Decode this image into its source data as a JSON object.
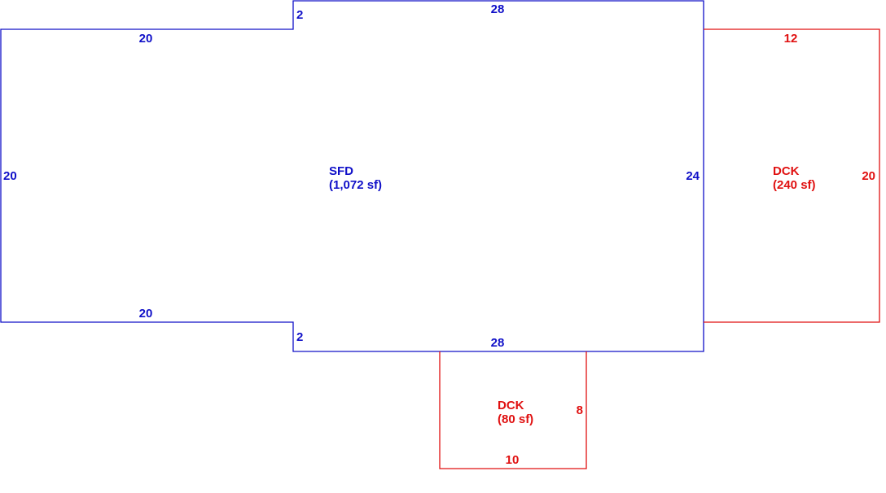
{
  "colors": {
    "main": "#1010c8",
    "deck": "#e01010"
  },
  "sfd": {
    "label": "SFD",
    "area": "(1,072 sf)",
    "dims": {
      "top_main": "28",
      "top_notch": "2",
      "left_top": "20",
      "left_side": "20",
      "right_side": "24",
      "left_bottom": "20",
      "bottom_notch": "2",
      "bottom_main": "28"
    }
  },
  "deck_right": {
    "label": "DCK",
    "area": "(240 sf)",
    "dims": {
      "top": "12",
      "right": "20"
    }
  },
  "deck_bottom": {
    "label": "DCK",
    "area": "(80 sf)",
    "dims": {
      "right": "8",
      "bottom": "10"
    }
  }
}
